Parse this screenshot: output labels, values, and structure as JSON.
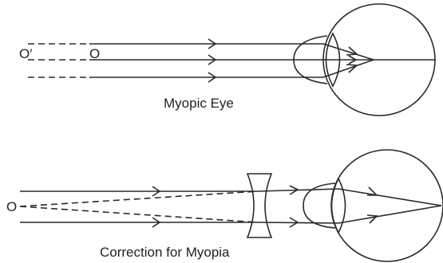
{
  "top": {
    "point_label_far": "O′",
    "point_label_near": "O",
    "caption": "Myopic Eye"
  },
  "bottom": {
    "point_label": "O",
    "caption": "Correction for Myopia"
  },
  "colors": {
    "line": "#2a2a2a",
    "background": "#ffffff"
  }
}
